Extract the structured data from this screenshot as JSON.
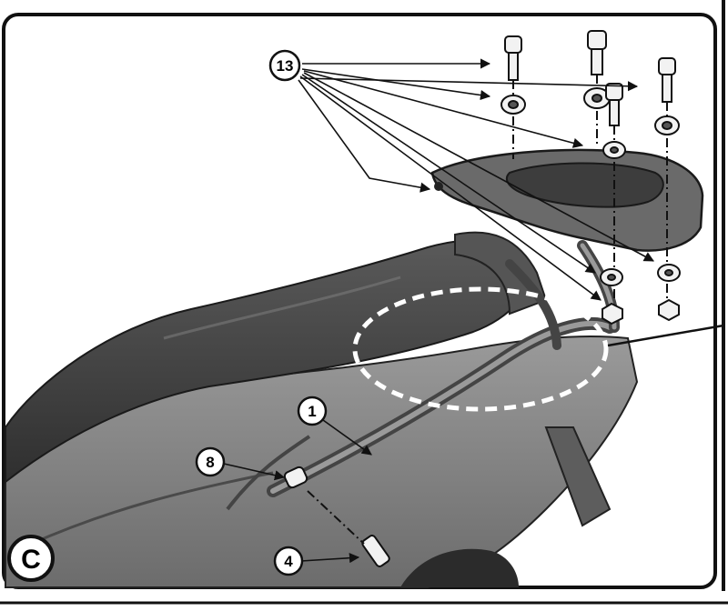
{
  "panel": {
    "letter": "C"
  },
  "callouts": [
    {
      "id": "c13",
      "label": "13"
    },
    {
      "id": "c1",
      "label": "1"
    },
    {
      "id": "c8",
      "label": "8"
    },
    {
      "id": "c4",
      "label": "4"
    }
  ],
  "colors": {
    "frame": "#111111",
    "seat": "#4a4a4a",
    "body": "#7d7d7d",
    "rack": "#6f6f6f",
    "hardware": "#f2f2f2",
    "background": "#ffffff"
  }
}
